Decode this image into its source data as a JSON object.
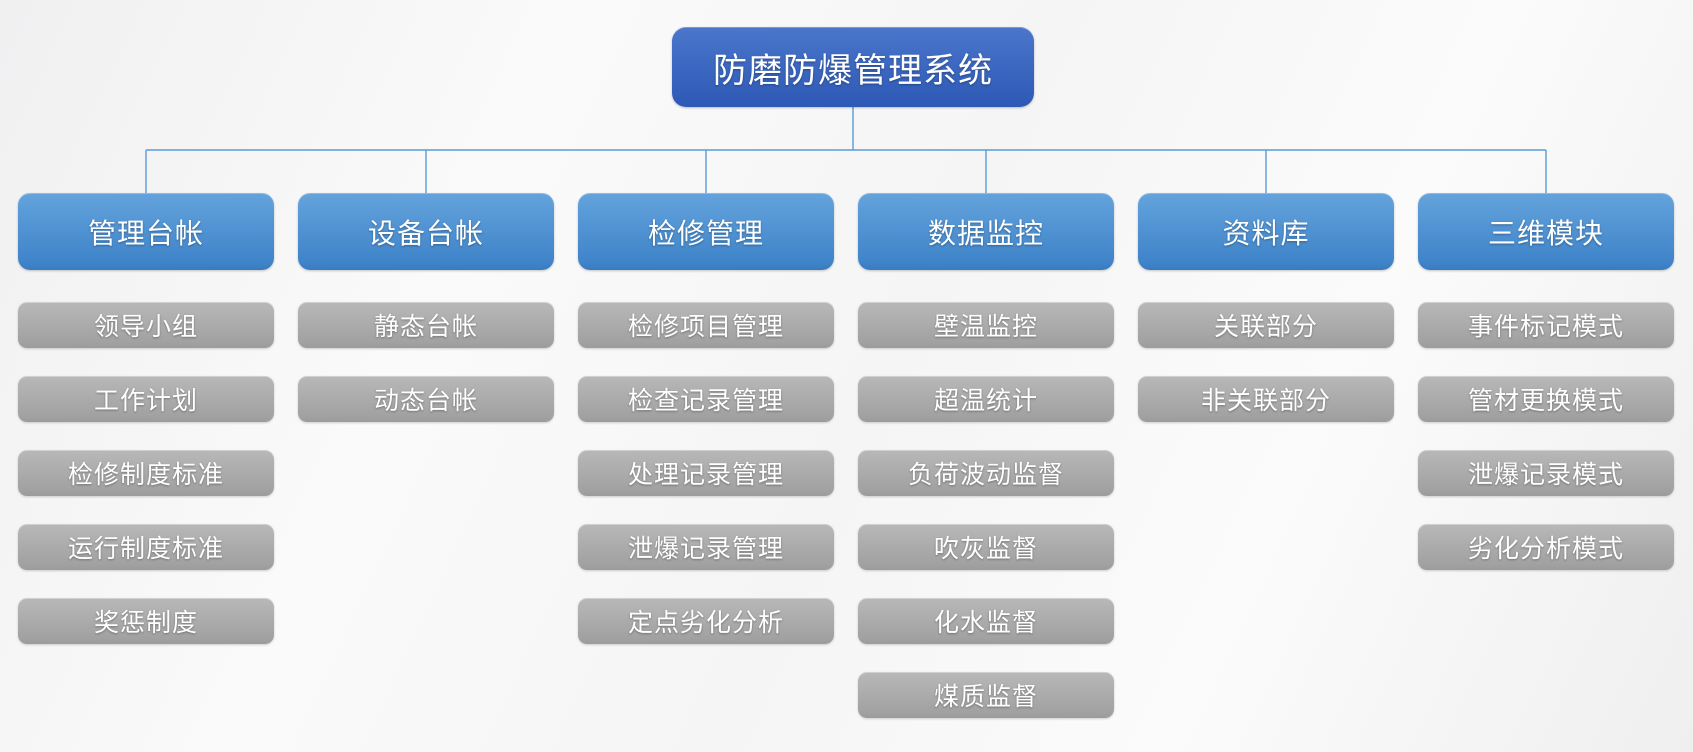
{
  "diagram": {
    "title": "防磨防爆管理系统",
    "tree": {
      "root": {
        "label": "防磨防爆管理系统"
      },
      "branches": [
        {
          "label": "管理台帐",
          "children": [
            "领导小组",
            "工作计划",
            "检修制度标准",
            "运行制度标准",
            "奖惩制度"
          ]
        },
        {
          "label": "设备台帐",
          "children": [
            "静态台帐",
            "动态台帐"
          ]
        },
        {
          "label": "检修管理",
          "children": [
            "检修项目管理",
            "检查记录管理",
            "处理记录管理",
            "泄爆记录管理",
            "定点劣化分析"
          ]
        },
        {
          "label": "数据监控",
          "children": [
            "壁温监控",
            "超温统计",
            "负荷波动监督",
            "吹灰监督",
            "化水监督",
            "煤质监督"
          ]
        },
        {
          "label": "资料库",
          "children": [
            "关联部分",
            "非关联部分"
          ]
        },
        {
          "label": "三维模块",
          "children": [
            "事件标记模式",
            "管材更换模式",
            "泄爆记录模式",
            "劣化分析模式"
          ]
        }
      ]
    },
    "colors": {
      "root_top": "#4b76cb",
      "root_bottom": "#2d59b6",
      "branch_top": "#64a3dc",
      "branch_bottom": "#4085ca",
      "child_top": "#b8b8b8",
      "child_bottom": "#a2a2a2",
      "connector": "#5b9bd5",
      "text": "#ffffff"
    }
  }
}
